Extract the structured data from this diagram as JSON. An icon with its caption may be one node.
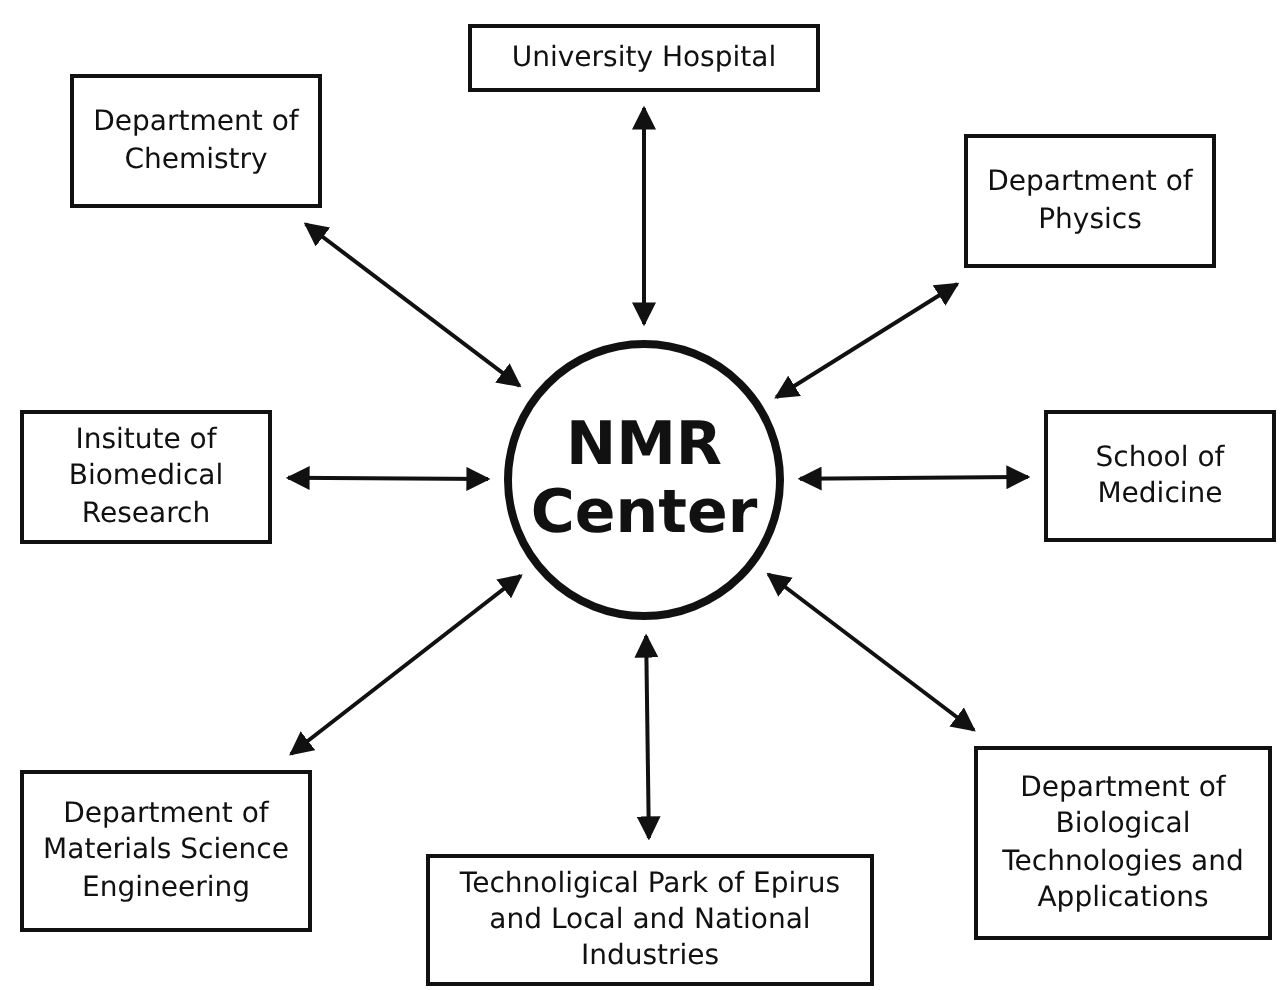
{
  "diagram": {
    "nodes": [
      {
        "text": [
          "NMR Center"
        ]
      },
      {
        "text": [
          "University Hospital"
        ]
      },
      {
        "text": [
          "Department of Chemistry"
        ]
      },
      {
        "text": [
          "Department of Physics"
        ]
      },
      {
        "text": [
          "Insitute of Biomedical Research"
        ]
      },
      {
        "text": [
          "School of Medicine"
        ]
      },
      {
        "text": [
          "Department of Materials Science Engineering"
        ]
      },
      {
        "text": [
          "Technoligical Park of Epirus and Local and National Industries"
        ]
      },
      {
        "text": [
          "Department of Biological Technologies and Applications"
        ]
      }
    ],
    "edges": [
      {
        "from": 0,
        "to": 1,
        "arrow": "both"
      },
      {
        "from": 0,
        "to": 2,
        "arrow": "both"
      },
      {
        "from": 0,
        "to": 3,
        "arrow": "both"
      },
      {
        "from": 0,
        "to": 4,
        "arrow": "both"
      },
      {
        "from": 0,
        "to": 5,
        "arrow": "both"
      },
      {
        "from": 0,
        "to": 6,
        "arrow": "both"
      },
      {
        "from": 0,
        "to": 7,
        "arrow": "both"
      },
      {
        "from": 0,
        "to": 8,
        "arrow": "both"
      }
    ]
  }
}
